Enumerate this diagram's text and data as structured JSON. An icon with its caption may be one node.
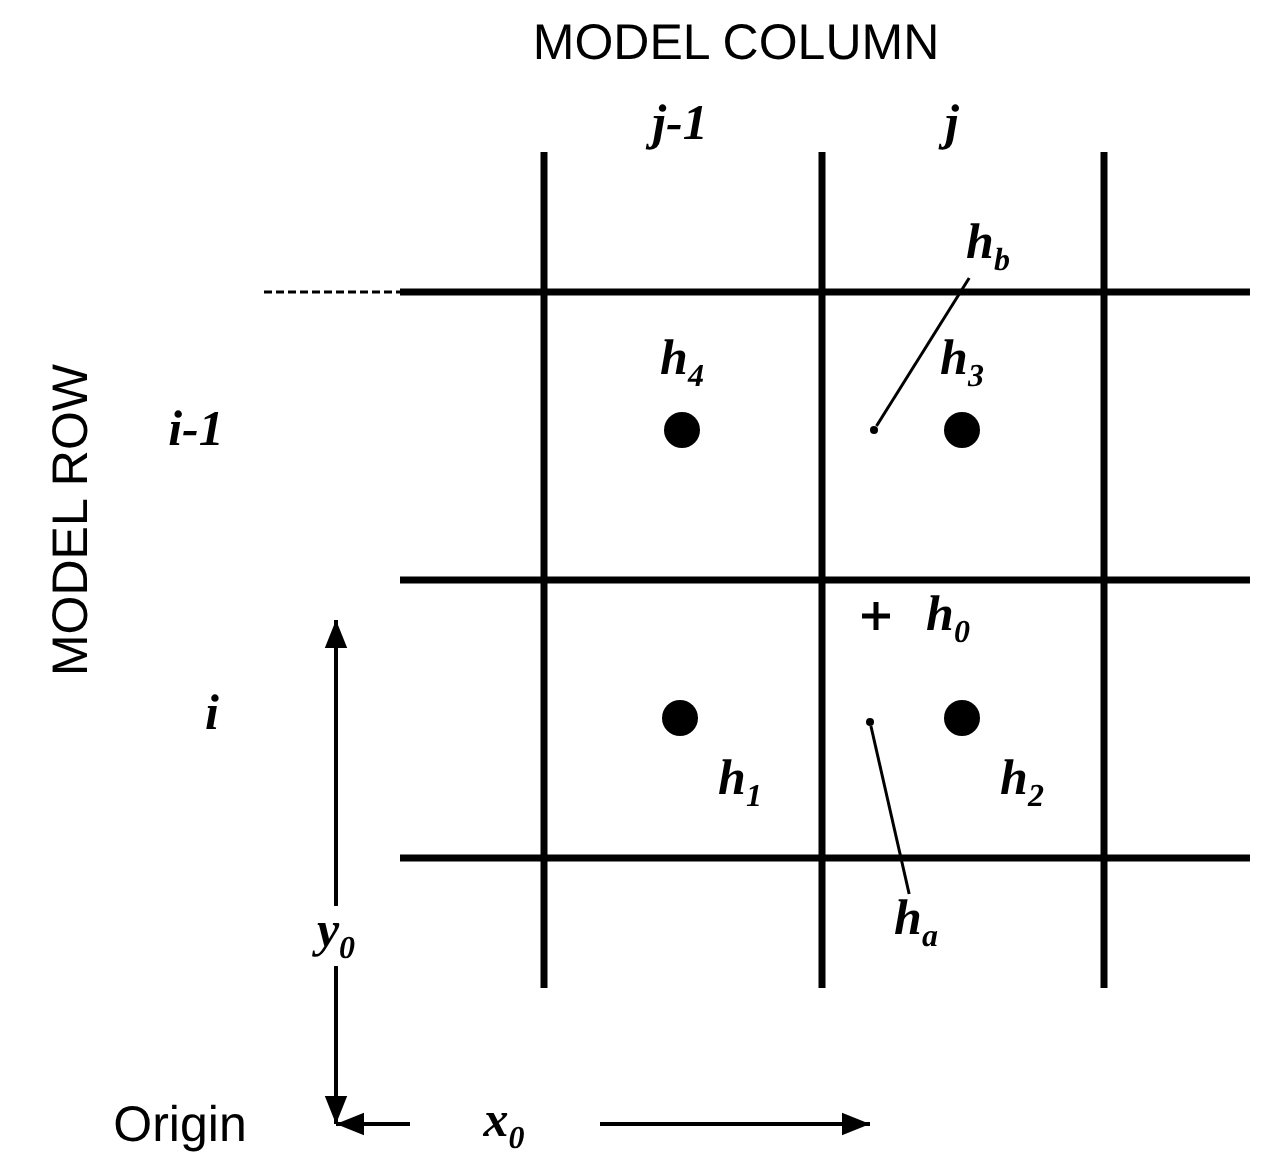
{
  "diagram": {
    "nodes": [
      {
        "text": [
          "h$_{b}$"
        ]
      },
      {
        "text": [],
        "shape": "point"
      },
      {
        "text": [
          "h$_{a}$"
        ]
      },
      {
        "text": [],
        "shape": "point"
      }
    ],
    "edges": [
      {
        "from": 0,
        "to": 1,
        "arrow": "none"
      },
      {
        "from": 2,
        "to": 3,
        "arrow": "none"
      }
    ],
    "labels": [
      "MODEL COLUMN",
      "j-1",
      "j",
      "MODEL ROW",
      "i-1",
      "h$_{4}$",
      "h$_{3}$",
      "h$_{0}$",
      "i",
      "h$_{1}$",
      "h$_{2}$",
      "y$_{0}$",
      "Origin",
      "x$_{0}$"
    ]
  }
}
